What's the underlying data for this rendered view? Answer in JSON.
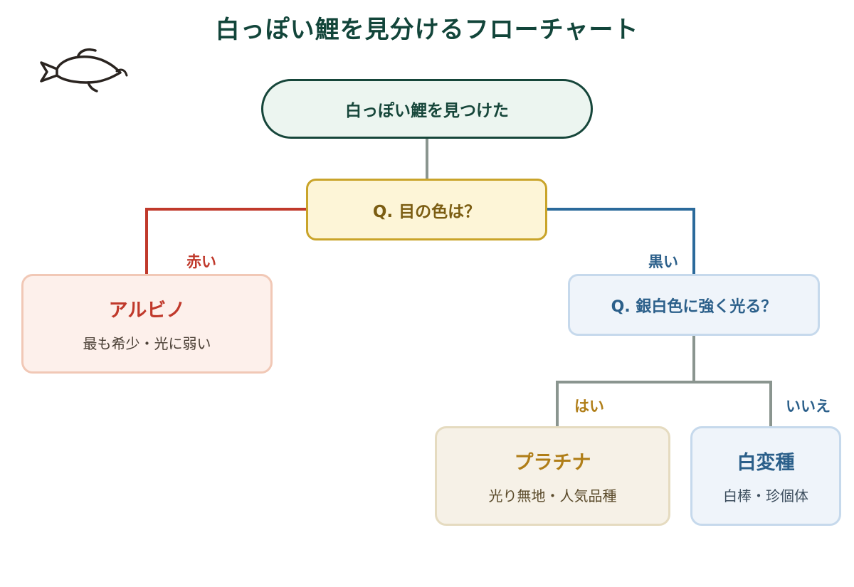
{
  "title": "白っぽい鯉を見分けるフローチャート",
  "start": {
    "label": "白っぽい鯉を見つけた"
  },
  "question1": {
    "label": "Q. 目の色は？"
  },
  "question2": {
    "label": "Q. 銀白色に強く光る？"
  },
  "branches": {
    "red": "赤い",
    "black": "黒い",
    "yes": "はい",
    "no": "いいえ"
  },
  "results": {
    "albino": {
      "name": "アルビノ",
      "desc": "最も希少・光に弱い"
    },
    "platina": {
      "name": "プラチナ",
      "desc": "光り無地・人気品種"
    },
    "henshu": {
      "name": "白変種",
      "desc": "白棒・珍個体"
    }
  },
  "colors": {
    "red": "#c0392b",
    "blue": "#2b5f8a",
    "gray": "#8a958f",
    "dark_green": "#16463a"
  },
  "icons": {
    "decoration": "koi-fish-icon"
  }
}
